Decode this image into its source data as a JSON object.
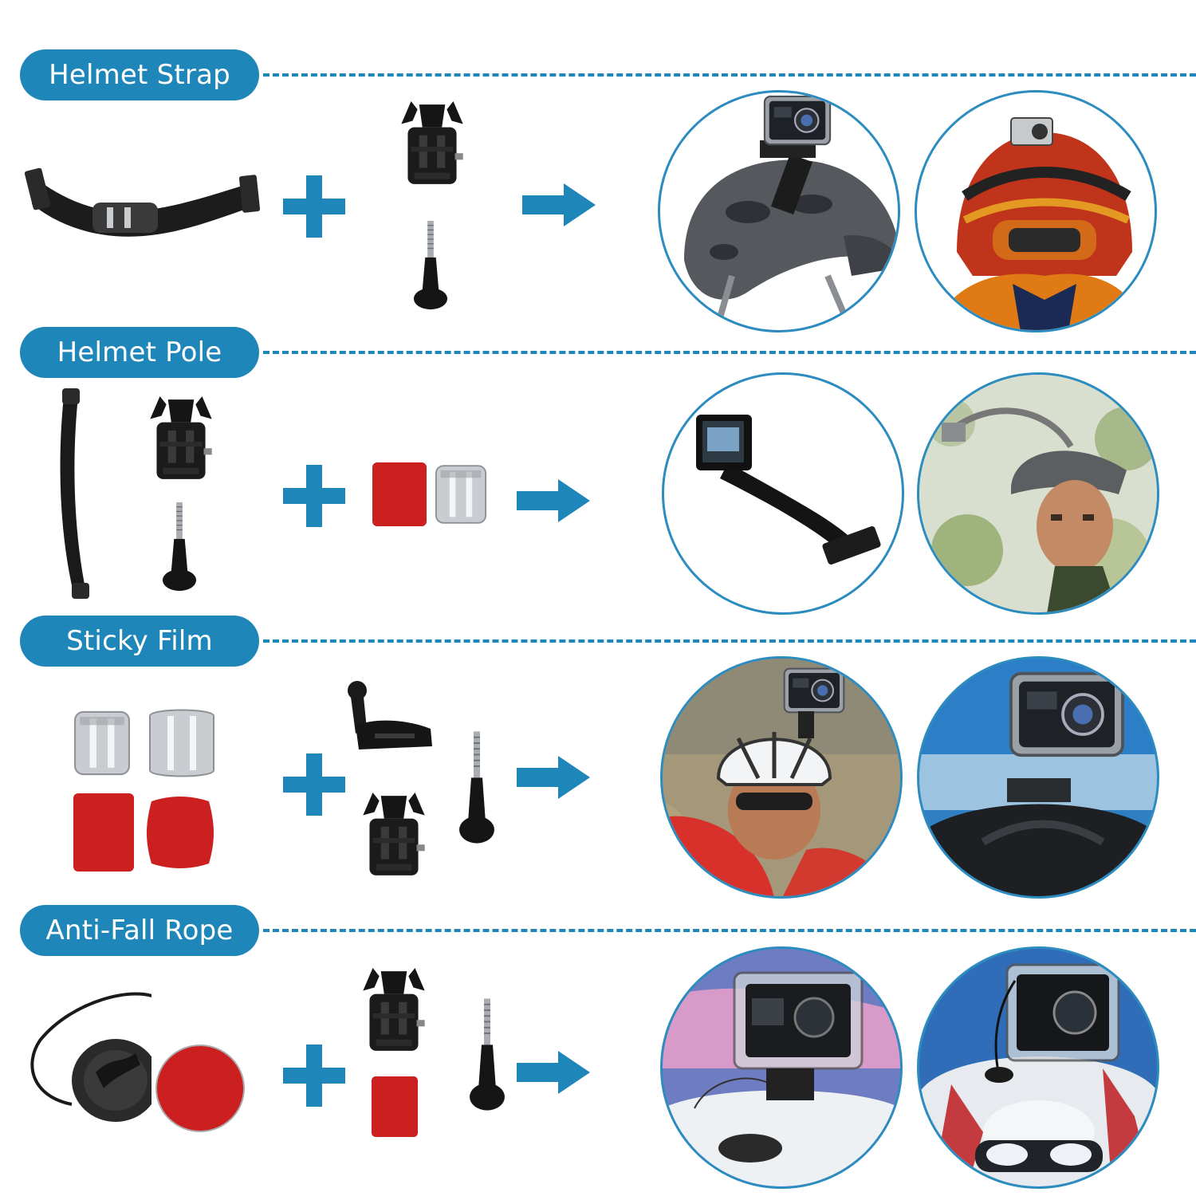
{
  "sections": [
    {
      "label": "Helmet Strap"
    },
    {
      "label": "Helmet Pole"
    },
    {
      "label": "Sticky Film"
    },
    {
      "label": "Anti-Fall Rope"
    }
  ],
  "colors": {
    "accent": "#1f86b9",
    "adhesive_red": "#cc1f1f",
    "part_black": "#151515",
    "part_silver": "#c9ccd0"
  },
  "icons": [
    "plus-icon",
    "arrow-right-icon",
    "buckle-mount-icon",
    "thumb-screw-icon",
    "flat-adhesive-mount-icon",
    "curved-adhesive-mount-icon",
    "helmet-strap-icon",
    "extension-arm-icon",
    "j-hook-mount-icon",
    "tether-rope-icon",
    "action-camera-icon",
    "helmet-icon"
  ]
}
